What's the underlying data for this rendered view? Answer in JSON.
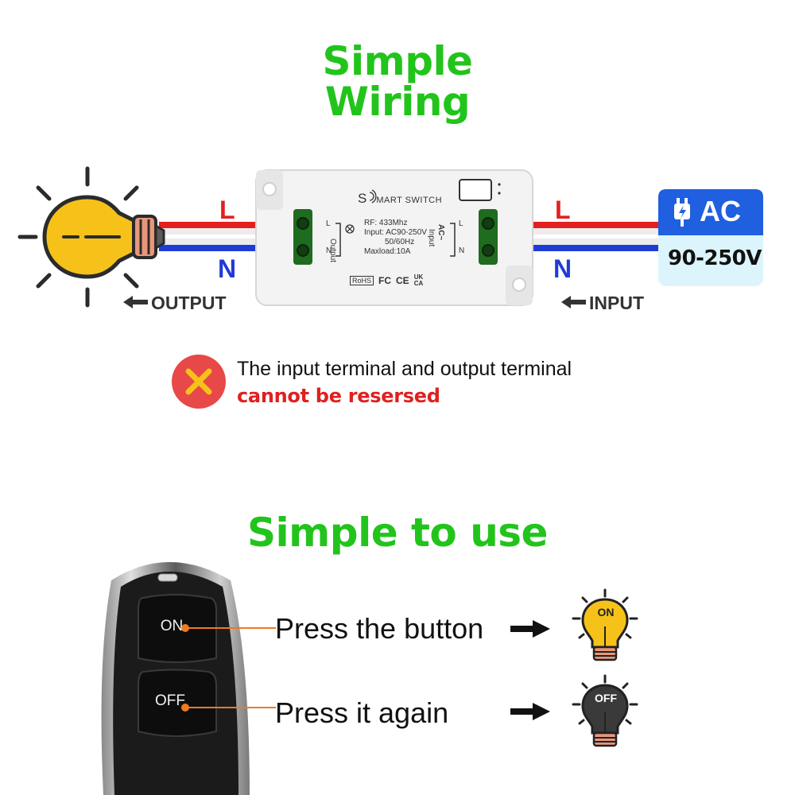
{
  "wiring": {
    "title_line1": "Simple",
    "title_line2": "Wiring",
    "live_label": "L",
    "neutral_label": "N",
    "output_label": "OUTPUT",
    "input_label": "INPUT",
    "module": {
      "brand_initial": "S",
      "brand_rest": "MART SWITCH",
      "spec_rf": "RF: 433Mhz",
      "spec_input": "Input: AC90-250V",
      "spec_freq": "50/60Hz",
      "spec_load": "Maxload:10A",
      "left_terminal_label": "Output",
      "right_terminal_label": "Input",
      "right_terminal_ac": "AC~",
      "terminal_l": "L",
      "terminal_n": "N",
      "cert_rohs": "RoHS",
      "cert_fc": "FC",
      "cert_ce": "CE",
      "cert_uk": "UK",
      "cert_ca": "CA"
    },
    "power_source": {
      "label": "AC",
      "voltage": "90-250V"
    },
    "warning": {
      "line1": "The input terminal and output terminal",
      "line2": "cannot be resersed"
    },
    "colors": {
      "heading": "#22c41c",
      "live_wire": "#e41f1f",
      "neutral_wire": "#1f3bd6",
      "warning_icon": "#e84848",
      "ac_badge": "#1f5fe0"
    }
  },
  "usage": {
    "title": "Simple to use",
    "on_button": "ON",
    "off_button": "OFF",
    "step1": "Press the button",
    "step2": "Press it again",
    "bulb_on": "ON",
    "bulb_off": "OFF"
  },
  "icons": [
    "light-bulb-icon",
    "plug-icon",
    "close-icon",
    "arrow-left-icon",
    "arrow-right-icon",
    "wifi-signal-icon",
    "light-bulb-on-icon",
    "light-bulb-off-icon"
  ]
}
